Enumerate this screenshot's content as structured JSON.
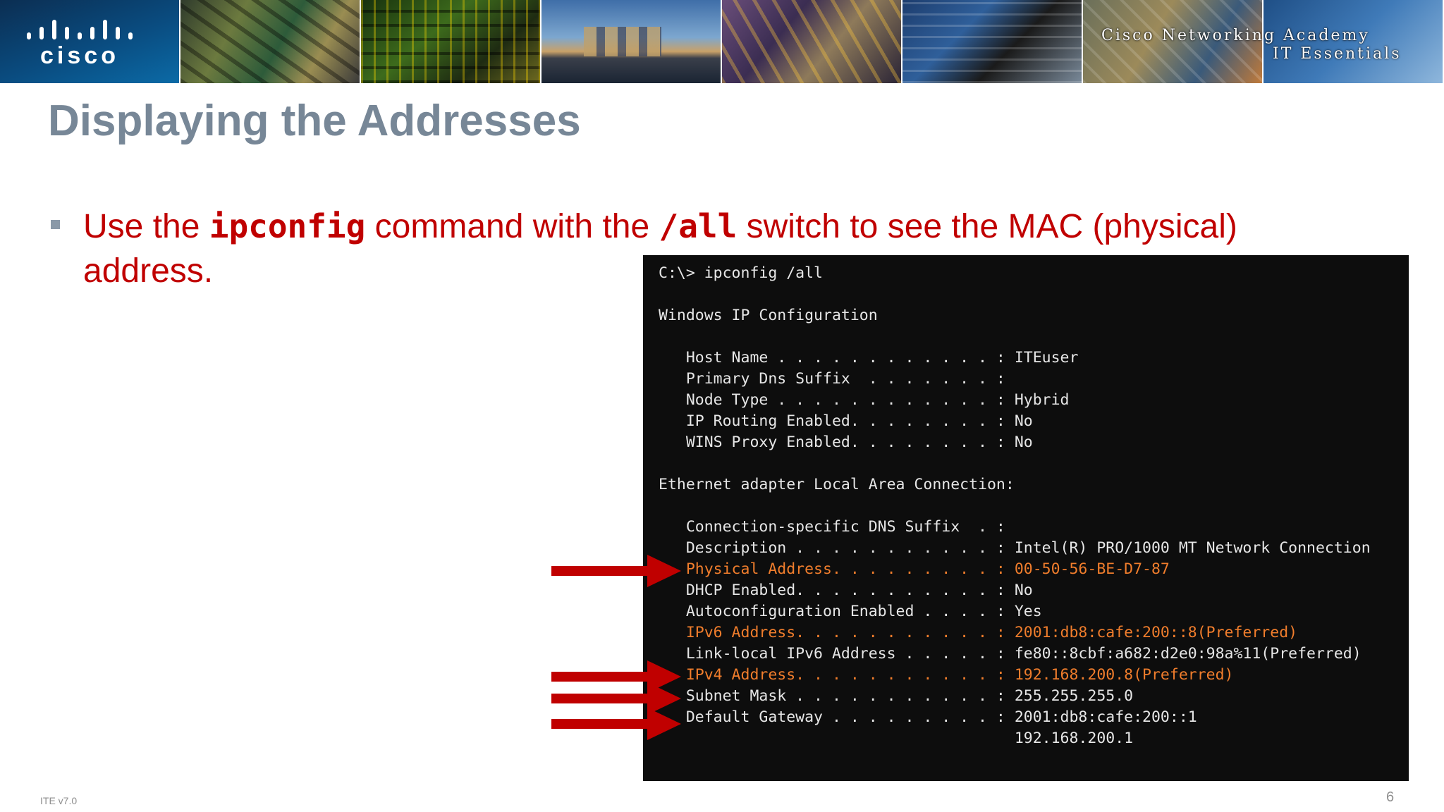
{
  "banner": {
    "logo_text": "cisco",
    "academy_line1": "Cisco Networking Academy",
    "academy_line2": "IT Essentials"
  },
  "slide": {
    "title": "Displaying the Addresses",
    "bullet": {
      "part1": "Use the ",
      "cmd": "ipconfig",
      "part2": " command with the ",
      "switch": "/all",
      "part3": " switch to see the MAC (physical) address."
    }
  },
  "console": {
    "lines": [
      "C:\\> ipconfig /all",
      "Windows IP Configuration",
      "   Host Name . . . . . . . . . . . . : ITEuser",
      "   Primary Dns Suffix  . . . . . . . :",
      "   Node Type . . . . . . . . . . . . : Hybrid",
      "   IP Routing Enabled. . . . . . . . : No",
      "   WINS Proxy Enabled. . . . . . . . : No",
      "Ethernet adapter Local Area Connection:",
      "   Connection-specific DNS Suffix  . :",
      "   Description . . . . . . . . . . . : Intel(R) PRO/1000 MT Network Connection",
      "   Physical Address. . . . . . . . . : 00-50-56-BE-D7-87",
      "   DHCP Enabled. . . . . . . . . . . : No",
      "   Autoconfiguration Enabled . . . . : Yes",
      "   IPv6 Address. . . . . . . . . . . : 2001:db8:cafe:200::8(Preferred)",
      "   Link-local IPv6 Address . . . . . : fe80::8cbf:a682:d2e0:98a%11(Preferred)",
      "   IPv4 Address. . . . . . . . . . . : 192.168.200.8(Preferred)",
      "   Subnet Mask . . . . . . . . . . . : 255.255.255.0",
      "   Default Gateway . . . . . . . . . : 2001:db8:cafe:200::1",
      "                                       192.168.200.1"
    ],
    "text_color": "#e6e6e6",
    "highlight_color": "#f07d2c",
    "background_color": "#0d0d0d"
  },
  "annotations": {
    "arrow_color": "#c00000",
    "arrows_point_to": [
      "Physical Address",
      "IPv4 Address",
      "Subnet Mask",
      "Default Gateway"
    ]
  },
  "footer": {
    "version": "ITE v7.0",
    "page_number": "6"
  },
  "colors": {
    "title": "#778797",
    "bullet_text": "#c00000"
  }
}
